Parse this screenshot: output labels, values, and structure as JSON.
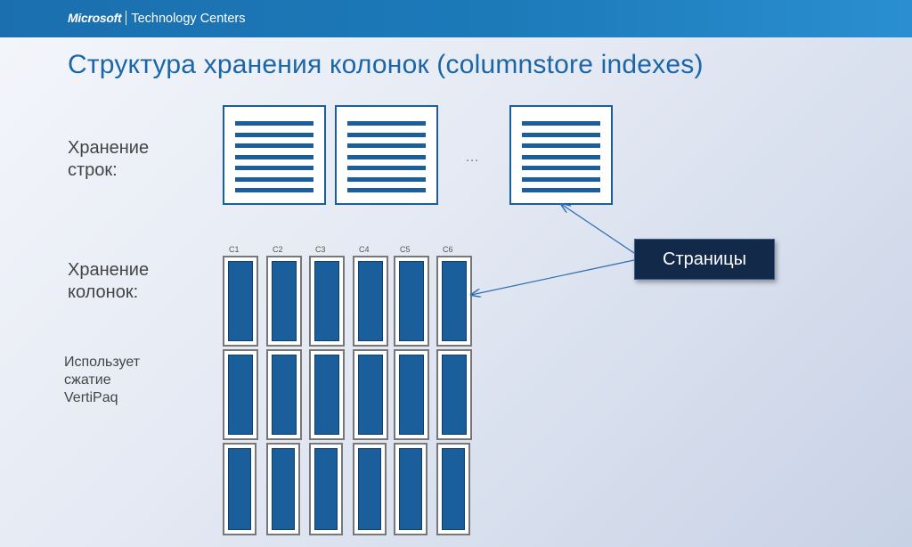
{
  "header": {
    "brand": "Microsoft",
    "brand_suffix": "Technology Centers"
  },
  "title": "Структура хранения колонок (columnstore indexes)",
  "row_store": {
    "label": "Хранение\nстрок:",
    "pages": 3,
    "ellipsis": "…"
  },
  "column_store": {
    "label": "Хранение\nколонок:",
    "columns": [
      "C1",
      "C2",
      "C3",
      "C4",
      "C5",
      "C6"
    ],
    "row_groups": 3
  },
  "compression_note": "Использует\nсжатие\nVertiPaq",
  "callout": "Страницы",
  "colors": {
    "accent": "#1b5e9c",
    "header": "#1b6fae",
    "callout": "#13294a"
  }
}
